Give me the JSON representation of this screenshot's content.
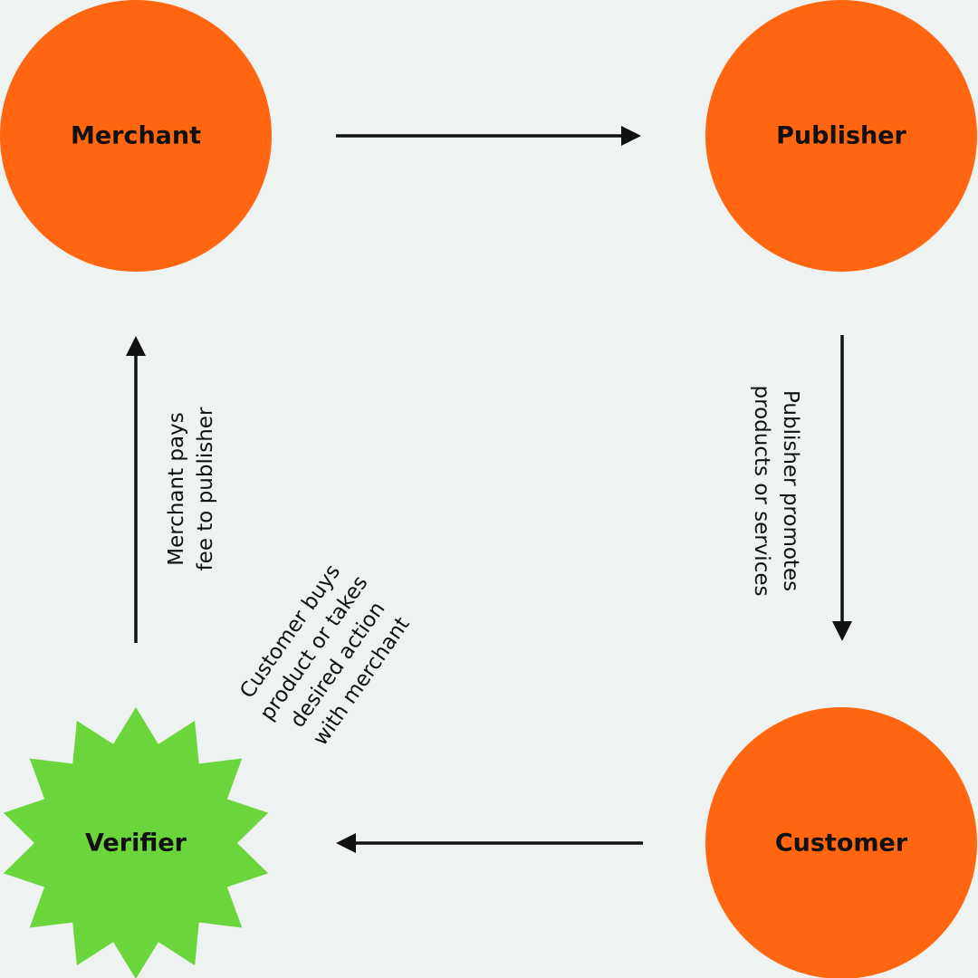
{
  "colors": {
    "background": "#eef2f1",
    "node_orange": "#ff660f",
    "node_green": "#6bd63c",
    "stroke": "#111111"
  },
  "nodes": {
    "merchant": {
      "label": "Merchant",
      "shape": "circle"
    },
    "publisher": {
      "label": "Publisher",
      "shape": "circle"
    },
    "customer": {
      "label": "Customer",
      "shape": "circle"
    },
    "verifier": {
      "label": "Verifier",
      "shape": "starburst"
    }
  },
  "edges": {
    "merchant_to_publisher": {
      "from": "Merchant",
      "to": "Publisher",
      "label": ""
    },
    "publisher_to_customer": {
      "from": "Publisher",
      "to": "Customer",
      "label_lines": [
        "Publisher promotes",
        "products or services"
      ]
    },
    "customer_to_verifier": {
      "from": "Customer",
      "to": "Verifier",
      "label_lines": [
        "Customer buys",
        "product or takes",
        "desired action",
        "with merchant"
      ]
    },
    "verifier_to_merchant": {
      "from": "Verifier",
      "to": "Merchant",
      "label_lines": [
        "Merchant pays",
        "fee to publisher"
      ]
    }
  }
}
